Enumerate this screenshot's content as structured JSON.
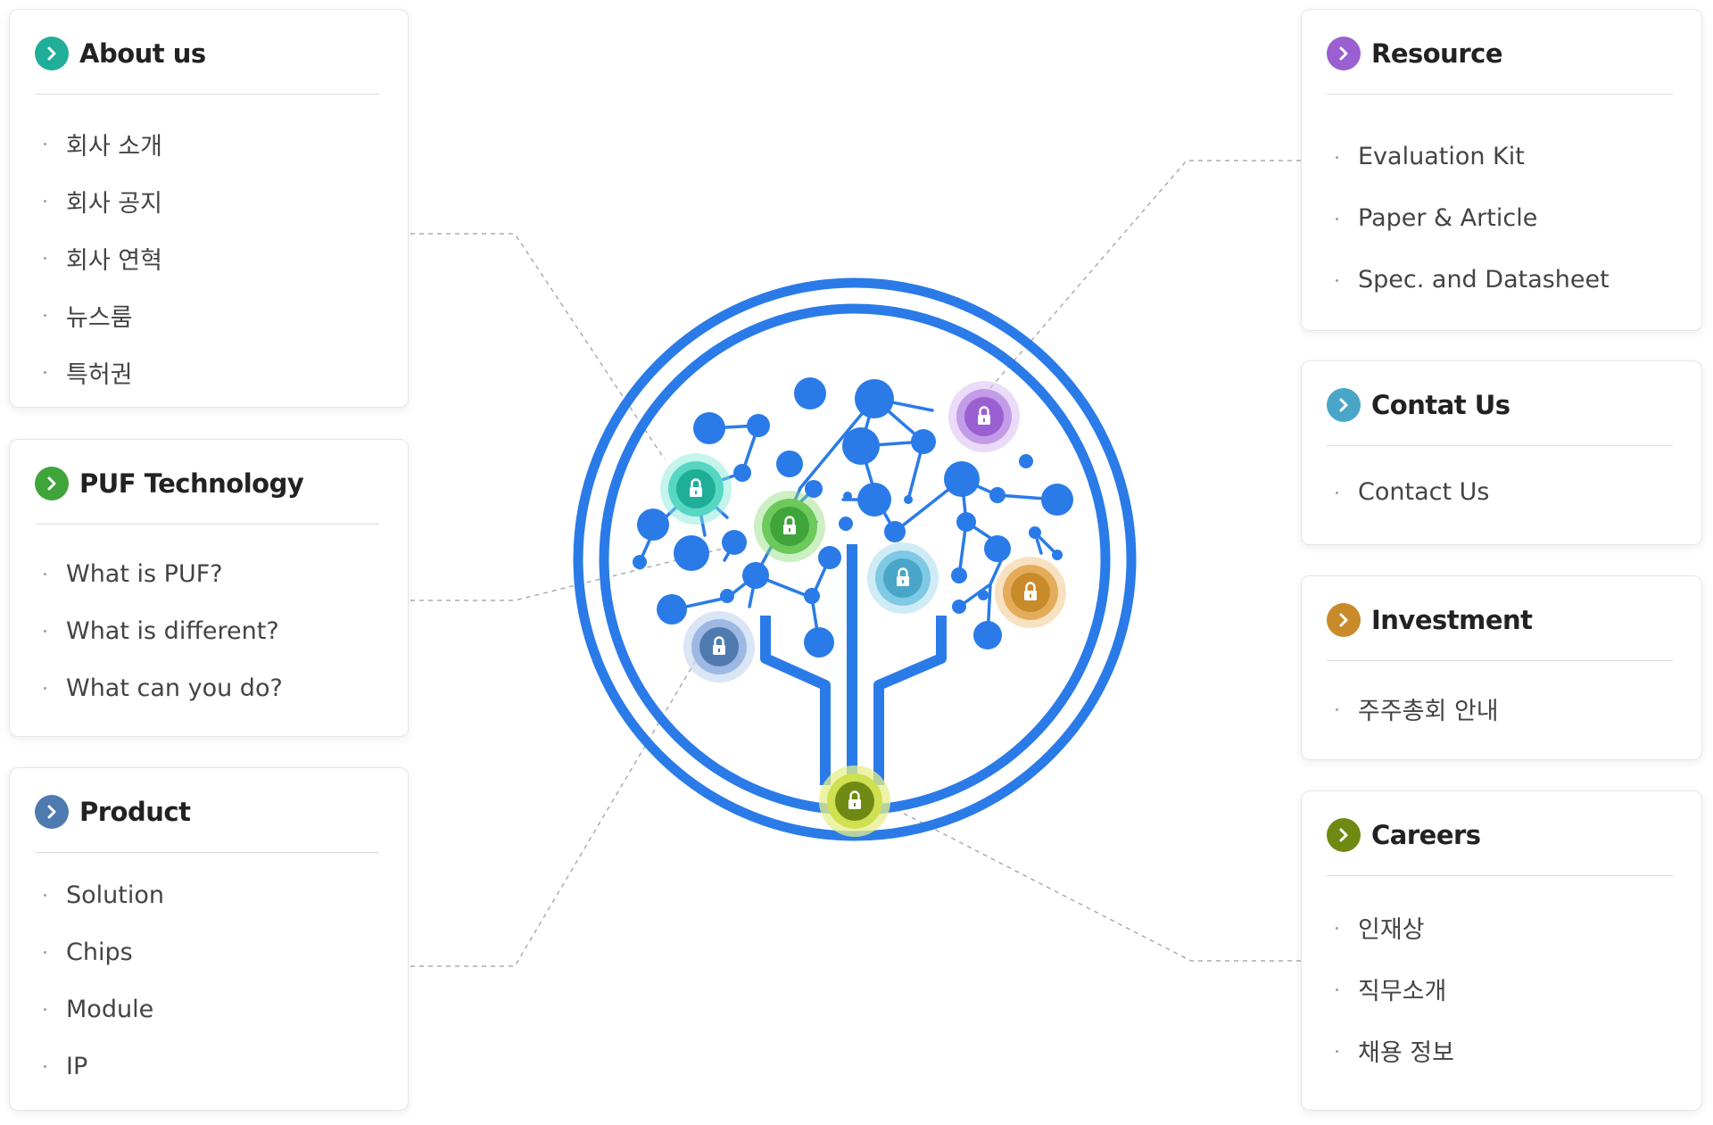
{
  "about": {
    "title": "About us",
    "items": [
      "회사 소개",
      "회사 공지",
      "회사 연혁",
      "뉴스룸",
      "특허권"
    ]
  },
  "puf": {
    "title": "PUF Technology",
    "items": [
      "What is PUF?",
      "What is different?",
      "What can you do?"
    ]
  },
  "product": {
    "title": "Product",
    "items": [
      "Solution",
      "Chips",
      "Module",
      "IP"
    ]
  },
  "resource": {
    "title": "Resource",
    "items": [
      "Evaluation Kit",
      "Paper & Article",
      "Spec. and Datasheet"
    ]
  },
  "contact": {
    "title": "Contat Us",
    "items": [
      "Contact Us"
    ]
  },
  "investment": {
    "title": "Investment",
    "items": [
      "주주총회 안내"
    ]
  },
  "careers": {
    "title": "Careers",
    "items": [
      "인재상",
      "직무소개",
      "채용 정보"
    ]
  },
  "colors": {
    "about": "#1fae98",
    "puf": "#3fa53a",
    "product": "#4f7ab0",
    "resource": "#9a5fd0",
    "contact": "#4aa6c8",
    "investment": "#c98a2a",
    "careers": "#6e8a12",
    "tree": "#2a7be8"
  },
  "icons": {
    "section": "chevron-right-icon",
    "lock": "lock-icon",
    "emblem": "circuit-tree-logo"
  }
}
